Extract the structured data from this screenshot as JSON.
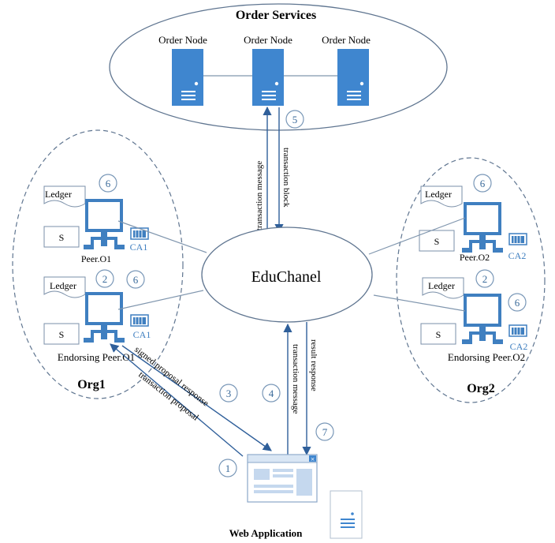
{
  "order_services": {
    "title": "Order Services",
    "nodes": [
      "Order Node",
      "Order Node",
      "Order Node"
    ]
  },
  "channel": {
    "label": "EduChanel"
  },
  "org1": {
    "label": "Org1",
    "peer_top": {
      "name": "Peer.O1",
      "ledger": "Ledger",
      "s": "S",
      "ca": "CA1",
      "steps": [
        "6"
      ]
    },
    "peer_endorsing": {
      "name": "Endorsing Peer.O1",
      "ledger": "Ledger",
      "s": "S",
      "ca": "CA1",
      "steps": [
        "2",
        "6"
      ]
    }
  },
  "org2": {
    "label": "Org2",
    "peer_top": {
      "name": "Peer.O2",
      "ledger": "Ledger",
      "s": "S",
      "ca": "CA2",
      "steps": [
        "6"
      ]
    },
    "peer_endorsing": {
      "name": "Endorsing Peer.O2",
      "ledger": "Ledger",
      "s": "S",
      "ca": "CA2",
      "steps": [
        "2",
        "6"
      ]
    }
  },
  "arrows": {
    "transaction_message_top": "transaction message",
    "transaction_block": "transaction block",
    "signed_proposal_response": "signed proposal response",
    "transaction_proposal": "transaction proposal",
    "transaction_message_bottom": "transaction message",
    "result_response": "result response"
  },
  "steps": {
    "s1": "1",
    "s3": "3",
    "s4": "4",
    "s5": "5",
    "s7": "7"
  },
  "web_app": {
    "label": "Web Application"
  },
  "colors": {
    "accent": "#3b7fc4",
    "line": "#5a6f86",
    "badge": "#4a7fb0"
  }
}
